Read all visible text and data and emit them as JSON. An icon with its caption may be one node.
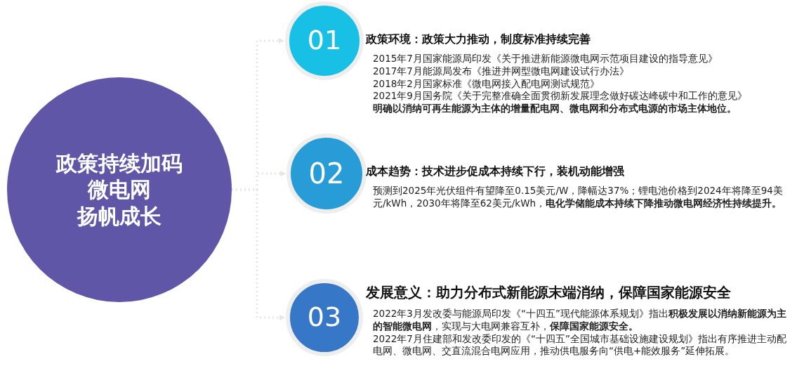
{
  "diagram": {
    "nodes": [
      {
        "text": [
          "政策持续加码",
          "微电网",
          "扬帆成长"
        ]
      },
      {
        "text": [
          "01"
        ],
        "beside": [
          "政策环境：政策大力推动，制度标准持续完善",
          "2015年7月国家能源局印发《关于推进新能源微电网示范项目建设的指导意见》",
          "2017年7月能源局发布《推进并网型微电网建设试行办法》",
          "2018年2月国家标准《微电网接入配电网测试规范》",
          "2021年9月国务院《关于完整准确全面贯彻新发展理念做好碳达峰碳中和工作的意见》",
          "**明确以消纳可再生能源为主体的增量配电网、微电网和分布式电源的市场主体地位。**"
        ]
      },
      {
        "text": [
          "02"
        ],
        "beside": [
          "成本趋势：技术进步促成本持续下行，装机动能增强",
          "预测到2025年光伏组件有望降至0.15美元/W，降幅达37%；锂电池价格到2024年将降至94美元/kWh，2030年将降至62美元/kWh，**电化学储能成本持续下降推动微电网经济性持续提升。**"
        ]
      },
      {
        "text": [
          "03"
        ],
        "beside": [
          "发展意义：助力分布式新能源末端消纳，保障国家能源安全",
          "2022年3月发改委与能源局印发《“十四五”现代能源体系规划》指出**积极发展以消纳新能源为主的智能微电网**，实现与大电网兼容互补，**保障国家能源安全。**",
          "2022年7月住建部和发改委印发的《“十四五”全国城市基础设施建设规划》指出有序推进主动配电网、微电网、交直流混合电网应用，推动供电服务向“供电+能效服务”延伸拓展。"
        ]
      }
    ],
    "edges": [
      {
        "from": 0,
        "to": 1,
        "arrow": "to",
        "style": "dashed",
        "color": "#e6e6e6"
      },
      {
        "from": 0,
        "to": 2,
        "arrow": "to",
        "style": "dashed",
        "color": "#e6e6e6"
      },
      {
        "from": 0,
        "to": 3,
        "arrow": "to",
        "style": "dashed",
        "color": "#e6e6e6"
      }
    ]
  }
}
